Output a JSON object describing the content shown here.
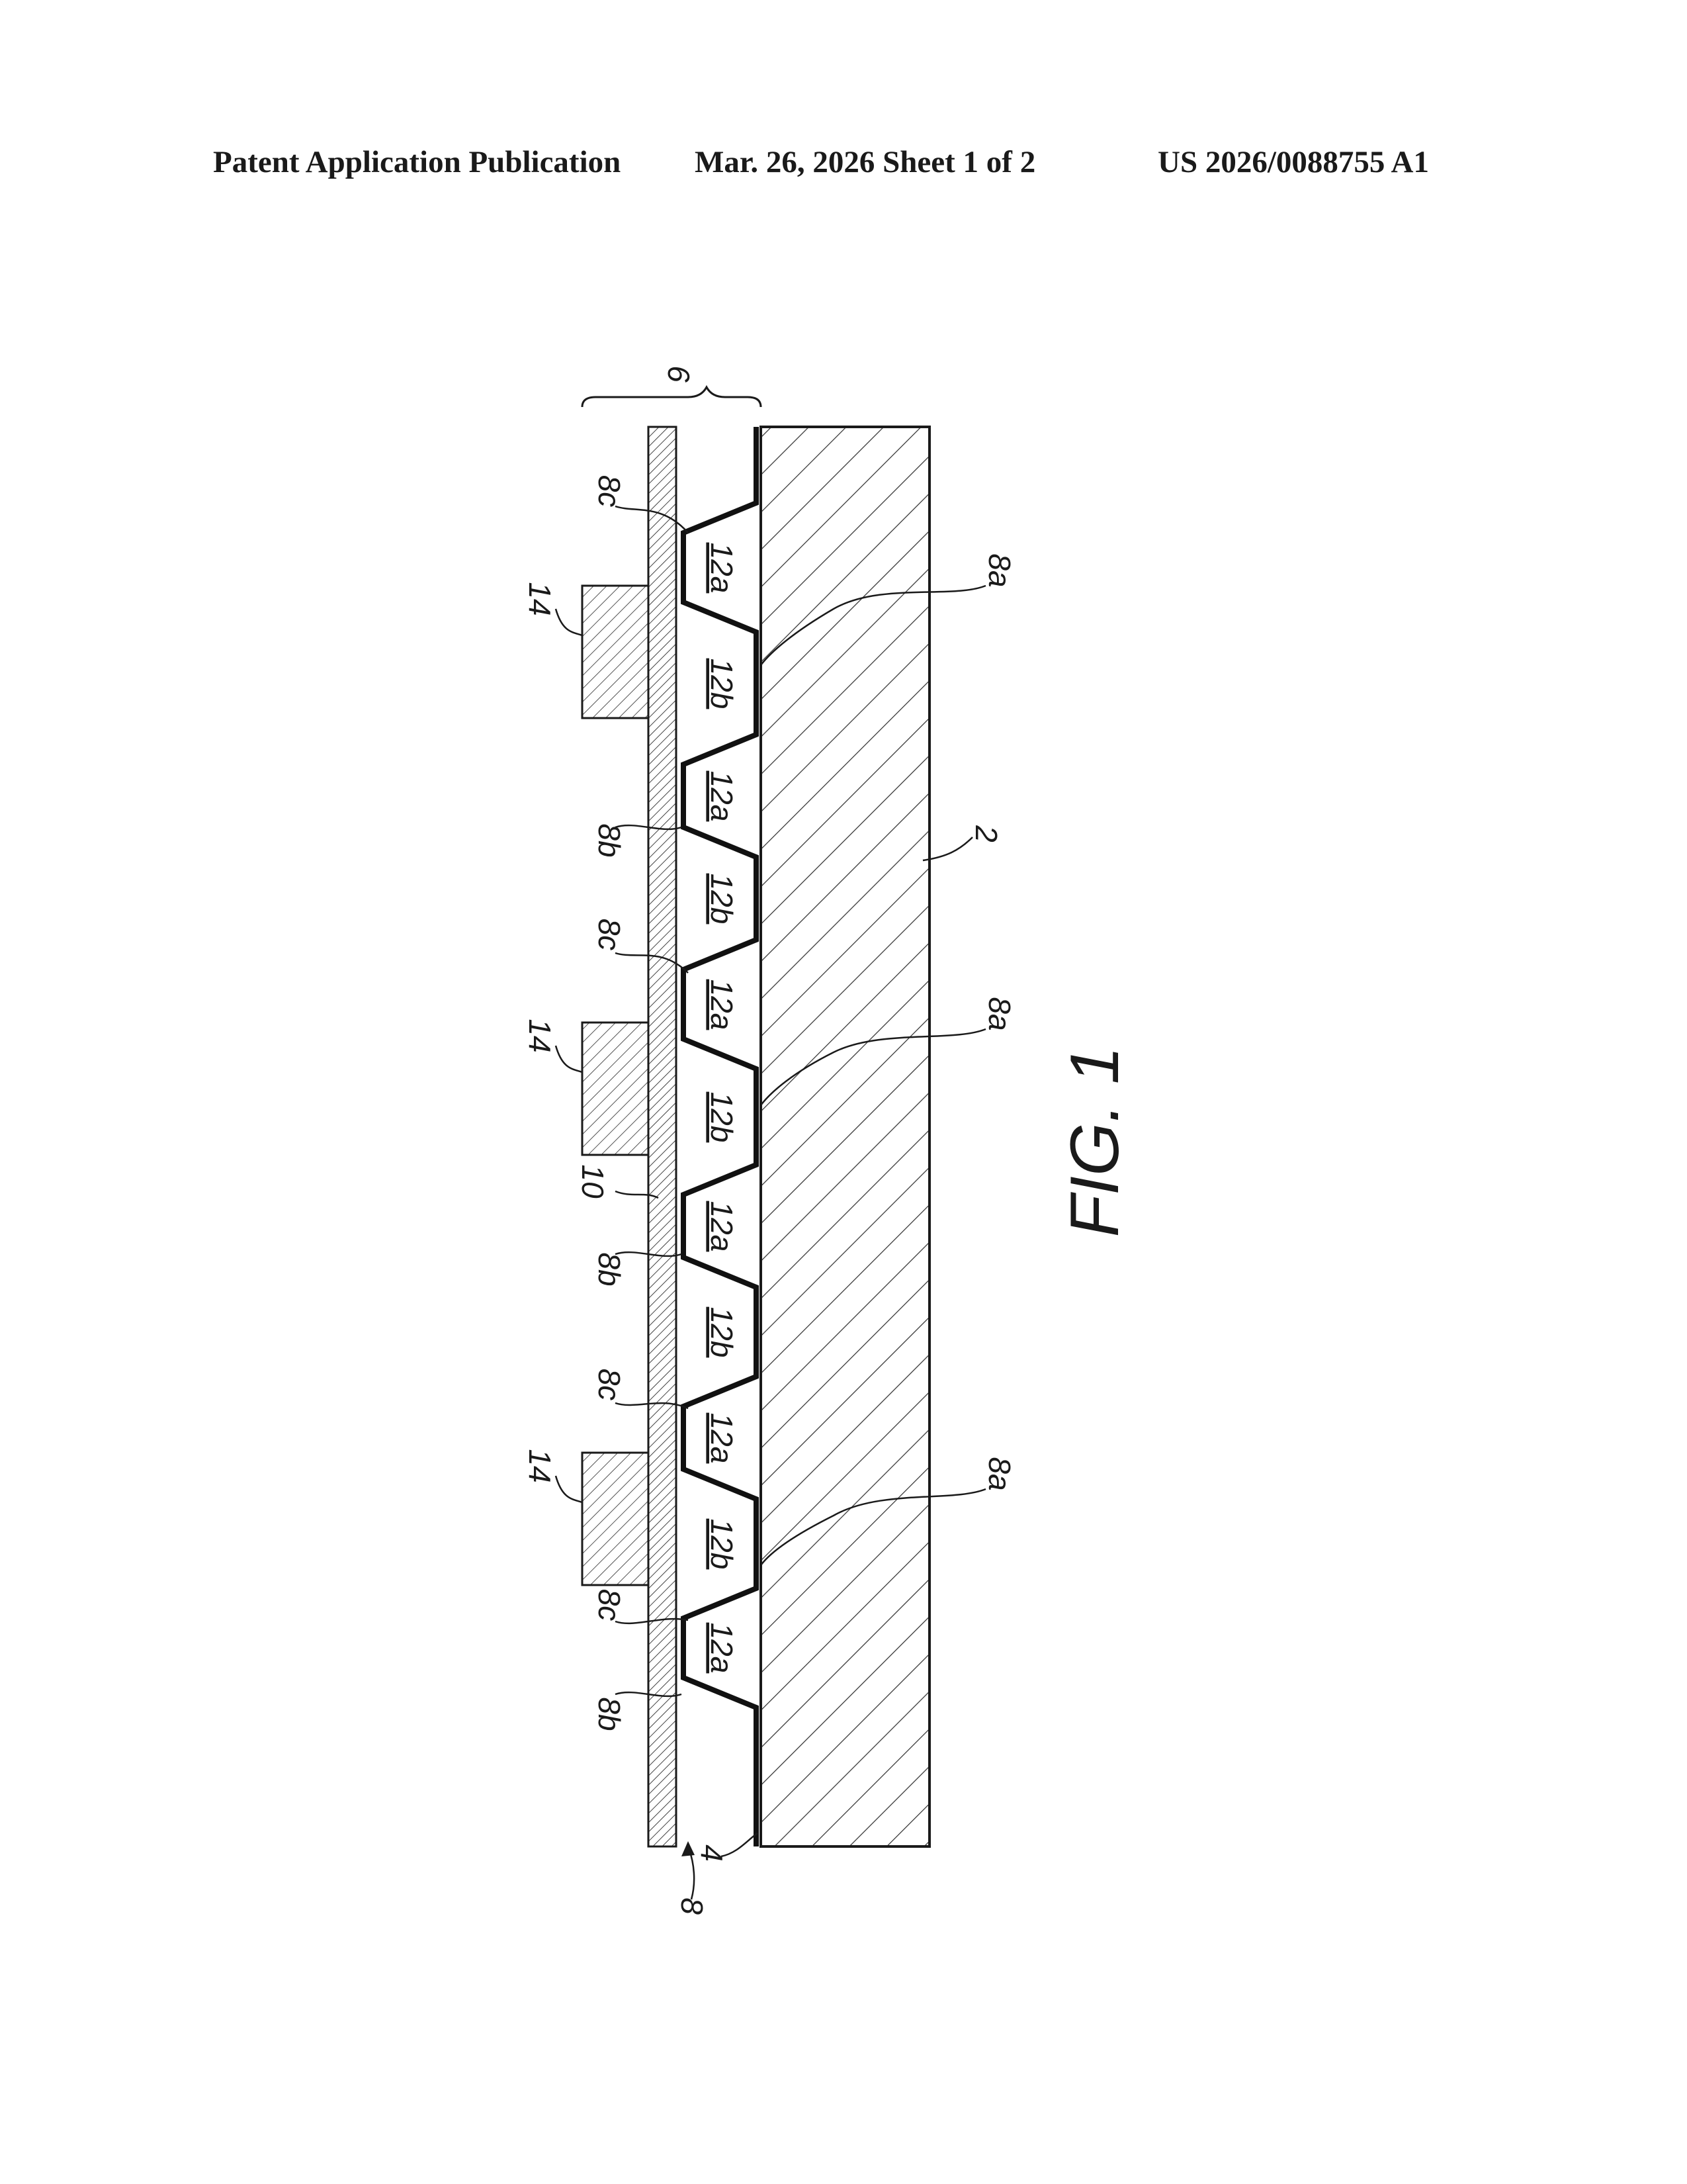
{
  "header": {
    "left": "Patent Application Publication",
    "middle": "Mar. 26, 2026  Sheet 1 of 2",
    "right": "US 2026/0088755 A1"
  },
  "figure": {
    "caption": "FIG. 1",
    "labels": {
      "layer_group": "6",
      "substrate": "2",
      "interface": "4",
      "corrugated_layer": "8",
      "flat_layer": "10",
      "pad": "14",
      "valley_contact": "8a",
      "peak_left": "8b",
      "peak_right": "8c",
      "cavity_a": "12a",
      "cavity_b": "12b"
    }
  }
}
